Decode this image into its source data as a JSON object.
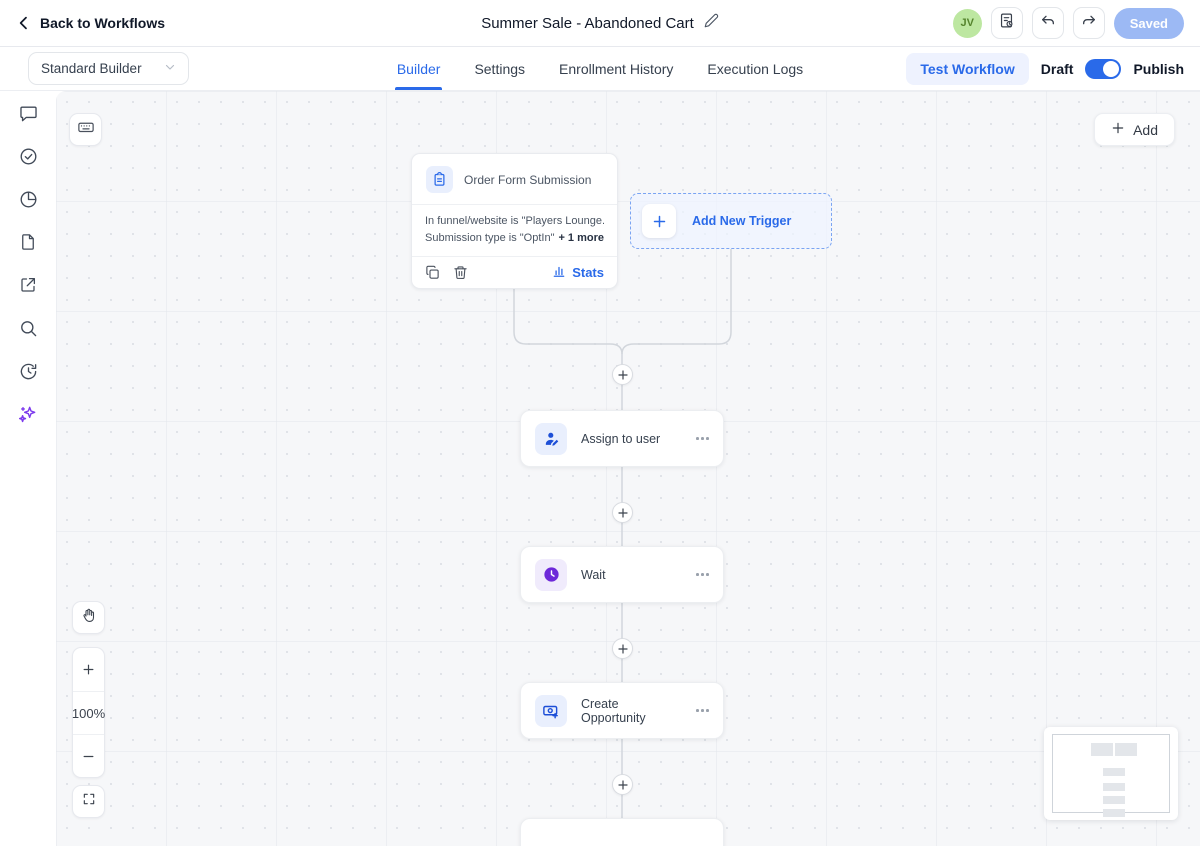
{
  "header": {
    "back_label": "Back to Workflows",
    "title": "Summer Sale - Abandoned Cart",
    "avatar_initials": "JV",
    "saved_label": "Saved"
  },
  "toolbar": {
    "builder_select_value": "Standard Builder",
    "tabs": [
      {
        "label": "Builder",
        "active": true
      },
      {
        "label": "Settings",
        "active": false
      },
      {
        "label": "Enrollment History",
        "active": false
      },
      {
        "label": "Execution Logs",
        "active": false
      }
    ],
    "test_workflow_label": "Test Workflow",
    "draft_label": "Draft",
    "publish_label": "Publish",
    "publish_toggle_state": "on"
  },
  "sidebar": {
    "items": [
      {
        "icon": "comment-icon"
      },
      {
        "icon": "check-circle-icon"
      },
      {
        "icon": "pie-chart-icon"
      },
      {
        "icon": "document-icon"
      },
      {
        "icon": "external-link-icon"
      },
      {
        "icon": "search-icon"
      },
      {
        "icon": "history-clock-icon"
      },
      {
        "icon": "ai-sparkles-icon"
      }
    ]
  },
  "canvas": {
    "add_button_label": "Add",
    "zoom_level": "100%",
    "trigger_card": {
      "title": "Order Form Submission",
      "filter_line_1": "In funnel/website is \"Players Lounge...",
      "filter_line_2": "Submission type is \"OptIn\"",
      "more_label": "+ 1 more",
      "stats_label": "Stats"
    },
    "add_new_trigger_label": "Add New Trigger",
    "nodes": [
      {
        "label": "Assign to user",
        "icon": "user-edit-icon",
        "accent": "blue"
      },
      {
        "label": "Wait",
        "icon": "wait-clock-icon",
        "accent": "purple"
      },
      {
        "label": "Create Opportunity",
        "icon": "opportunity-icon",
        "accent": "blue"
      }
    ]
  },
  "colors": {
    "primary_blue": "#2a6ae9",
    "accent_purple": "#7c3aed",
    "saved_button_bg": "#9cb9f4",
    "avatar_green": "#bde7a1",
    "canvas_bg": "#f6f7f9",
    "edge_gray": "#d2d6dc"
  }
}
